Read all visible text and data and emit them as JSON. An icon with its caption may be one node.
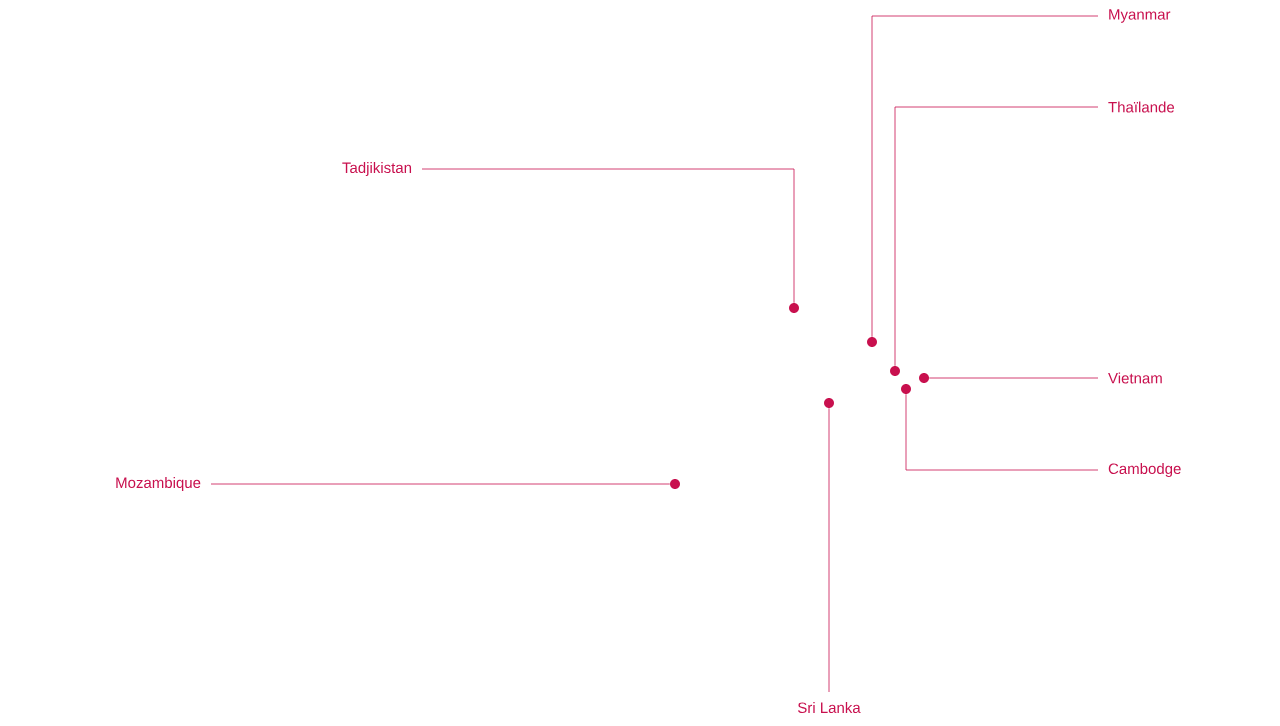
{
  "diagram": {
    "nodes": [
      {
        "text": [
          "Myanmar"
        ]
      },
      {
        "text": [
          "Thaïlande"
        ]
      },
      {
        "text": [
          "Tadjikistan"
        ]
      },
      {
        "text": [
          "Vietnam"
        ]
      },
      {
        "text": [
          "Cambodge"
        ]
      },
      {
        "text": [
          "Mozambique"
        ]
      },
      {
        "text": [
          "Sri Lanka"
        ]
      },
      {
        "text": [],
        "shape": "circle"
      },
      {
        "text": [],
        "shape": "circle"
      },
      {
        "text": [],
        "shape": "circle"
      },
      {
        "text": [],
        "shape": "circle"
      },
      {
        "text": [],
        "shape": "circle"
      },
      {
        "text": [],
        "shape": "circle"
      },
      {
        "text": [],
        "shape": "circle"
      }
    ],
    "edges": [
      {
        "from": 0,
        "to": 10,
        "arrow": "none"
      },
      {
        "from": 1,
        "to": 11,
        "arrow": "none"
      },
      {
        "from": 2,
        "to": 8,
        "arrow": "none"
      },
      {
        "from": 3,
        "to": 13,
        "arrow": "none"
      },
      {
        "from": 4,
        "to": 12,
        "arrow": "none"
      },
      {
        "from": 5,
        "to": 7,
        "arrow": "none"
      },
      {
        "from": 6,
        "to": 9,
        "arrow": "none"
      }
    ]
  }
}
